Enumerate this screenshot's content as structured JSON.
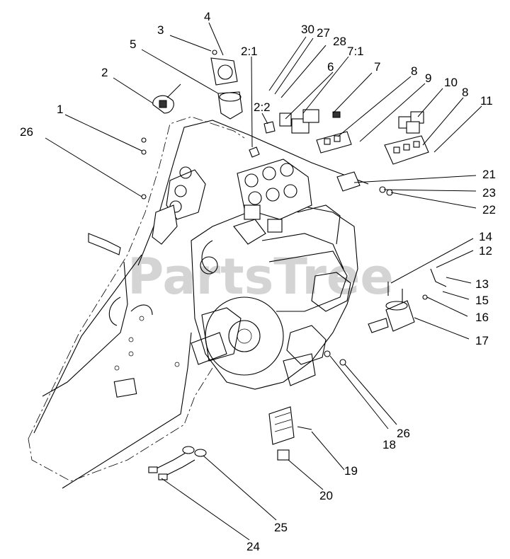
{
  "watermark": "PartsTree",
  "callouts": [
    {
      "id": "c1",
      "label": "1"
    },
    {
      "id": "c2",
      "label": "2"
    },
    {
      "id": "c3",
      "label": "3"
    },
    {
      "id": "c4",
      "label": "4"
    },
    {
      "id": "c5",
      "label": "5"
    },
    {
      "id": "c6",
      "label": "6"
    },
    {
      "id": "c7",
      "label": "7"
    },
    {
      "id": "c71",
      "label": "7:1"
    },
    {
      "id": "c8a",
      "label": "8"
    },
    {
      "id": "c8b",
      "label": "8"
    },
    {
      "id": "c9",
      "label": "9"
    },
    {
      "id": "c10",
      "label": "10"
    },
    {
      "id": "c11",
      "label": "11"
    },
    {
      "id": "c12",
      "label": "12"
    },
    {
      "id": "c13",
      "label": "13"
    },
    {
      "id": "c14",
      "label": "14"
    },
    {
      "id": "c15",
      "label": "15"
    },
    {
      "id": "c16",
      "label": "16"
    },
    {
      "id": "c17",
      "label": "17"
    },
    {
      "id": "c18",
      "label": "18"
    },
    {
      "id": "c19",
      "label": "19"
    },
    {
      "id": "c20",
      "label": "20"
    },
    {
      "id": "c21",
      "label": "21"
    },
    {
      "id": "c22",
      "label": "22"
    },
    {
      "id": "c23",
      "label": "23"
    },
    {
      "id": "c24",
      "label": "24"
    },
    {
      "id": "c25",
      "label": "25"
    },
    {
      "id": "c26a",
      "label": "26"
    },
    {
      "id": "c26b",
      "label": "26"
    },
    {
      "id": "c27",
      "label": "27"
    },
    {
      "id": "c28",
      "label": "28"
    },
    {
      "id": "c30",
      "label": "30"
    },
    {
      "id": "c21b",
      "label": "2:1"
    },
    {
      "id": "c22b",
      "label": "2:2"
    }
  ]
}
